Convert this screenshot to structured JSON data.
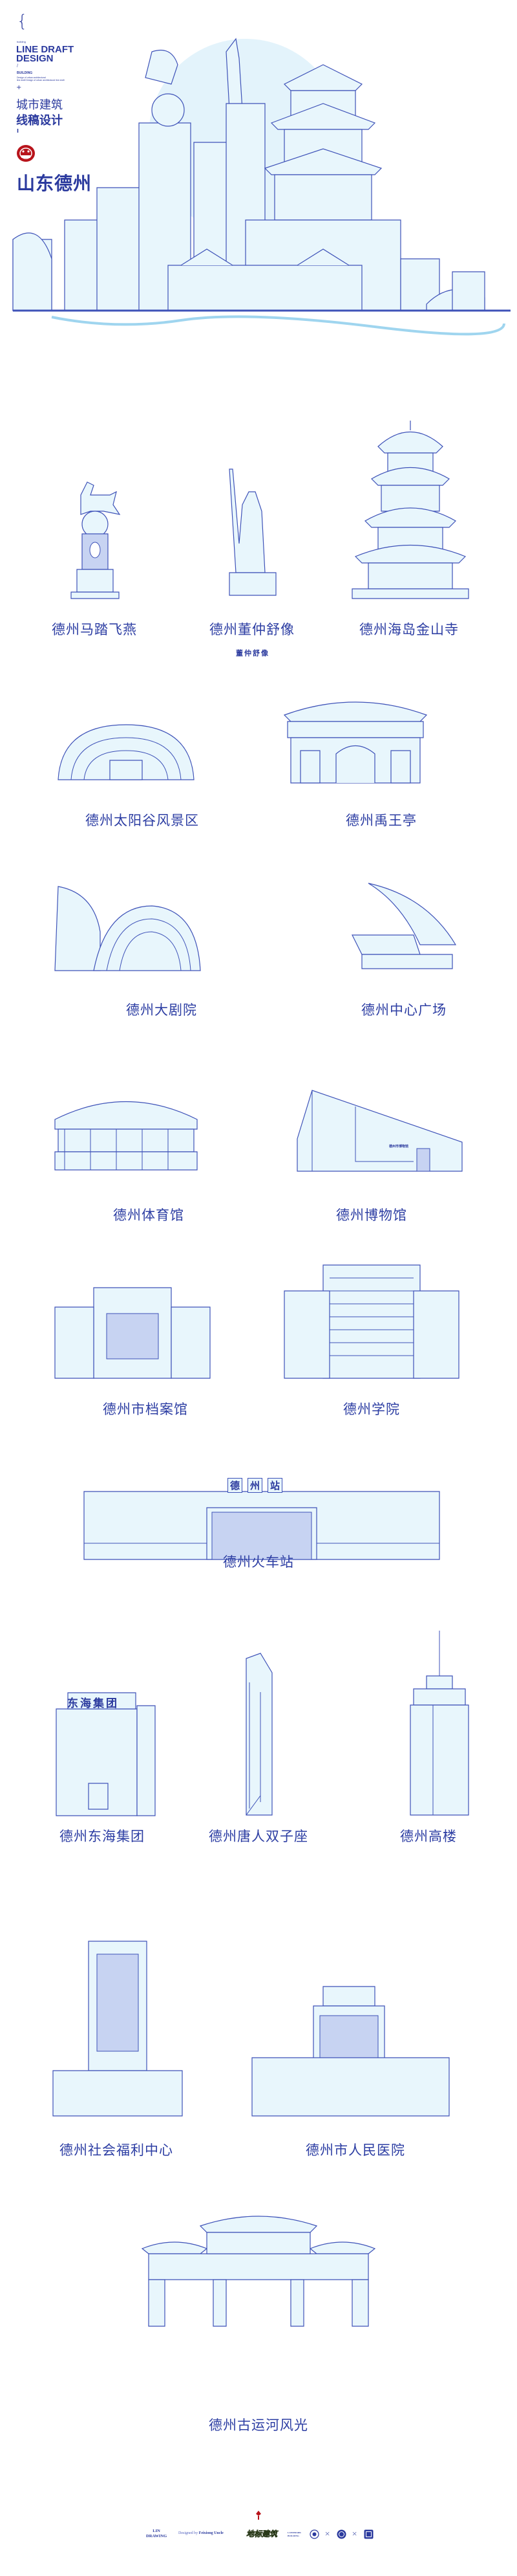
{
  "header": {
    "brace": "{",
    "tag": "building",
    "title_line1": "LINE DRAFT",
    "title_line2": "DESIGN",
    "slash": "/",
    "subtitle": "BUILDING",
    "desc_line1": "Design of urban architectural",
    "desc_line2": "line draft Design of urban architectural line draft",
    "plus": "+",
    "cn_line1": "城市建筑",
    "cn_line2": "线稿设计",
    "bar": "I",
    "city": "山东德州"
  },
  "colors": {
    "primary": "#2b3a9e",
    "line": "#3e52b8",
    "fill": "#e8f6fc",
    "seal": "#b8141b",
    "logo_green": "#8dc63f"
  },
  "signs": {
    "statue_plaque": "董仲舒像",
    "station_sign": [
      "德",
      "州",
      "站"
    ],
    "donghai_sign": "东海集团",
    "museum_sign": "德州市博物馆"
  },
  "buildings": [
    {
      "label": "德州马踏飞燕"
    },
    {
      "label": "德州董仲舒像"
    },
    {
      "label": "德州海岛金山寺"
    },
    {
      "label": "德州太阳谷风景区"
    },
    {
      "label": "德州禹王亭"
    },
    {
      "label": "德州大剧院"
    },
    {
      "label": "德州中心广场"
    },
    {
      "label": "德州体育馆"
    },
    {
      "label": "德州博物馆"
    },
    {
      "label": "德州市档案馆"
    },
    {
      "label": "德州学院"
    },
    {
      "label": "德州火车站"
    },
    {
      "label": "德州东海集团"
    },
    {
      "label": "德州唐人双子座"
    },
    {
      "label": "德州高楼"
    },
    {
      "label": "德州社会福利中心"
    },
    {
      "label": "德州市人民医院"
    },
    {
      "label": "德州古运河风光"
    }
  ],
  "footer": {
    "brand_line1": "LIN",
    "brand_line2": "DRAWING",
    "designed_prefix": "Designed by",
    "designer": "Feixiong Uncle",
    "logo_text": "地标建筑",
    "landmark_line1": "LANDMARK",
    "landmark_line2": "BUILDING",
    "times1": "×",
    "times2": "×"
  }
}
